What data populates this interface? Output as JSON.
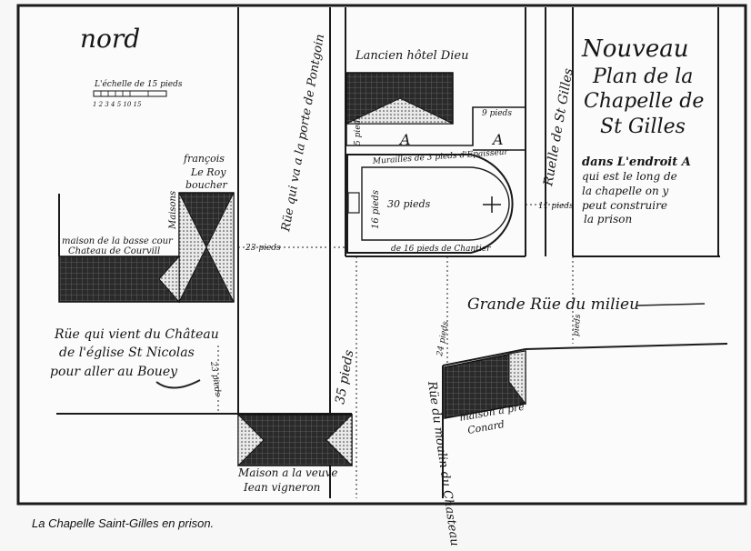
{
  "map": {
    "north_label": "nord",
    "scale": {
      "label": "L'échelle de 15 pieds",
      "ticks": "1 2 3 4 5   10   15"
    },
    "title_lines": [
      "Nouveau",
      "Plan de la",
      "Chapelle de",
      "St Gilles"
    ],
    "legend_lines": [
      "dans L'endroit A",
      "qui est le long de",
      "la chapelle on y",
      "peut construire",
      "la prison"
    ],
    "labels": {
      "ancien_hotel_dieu": "Lancien hôtel Dieu",
      "rue_porte": "Rüe qui va a la porte de Pontgoin",
      "ruelle": "Rüelle de St Gilles",
      "grande_rue": "Grande Rüe du milieu",
      "rue_chateau_1": "Rüe qui vient du Château",
      "rue_chateau_2": "de l'église St Nicolas",
      "rue_chateau_3": "pour aller au Bouey",
      "rue_moulin": "Rüe du moulin du Chasteau",
      "maison_bassecour_1": "maison de la basse cour",
      "maison_bassecour_2": "Chateau de Courvill",
      "francois_1": "françois",
      "francois_2": "Le Roy",
      "francois_3": "boucher",
      "maisons": "Maisons",
      "maison_veuve_1": "Maison a la veuve",
      "maison_veuve_2": "Iean vigneron",
      "maison_pre_1": "maison a prê",
      "maison_pre_2": "Conard",
      "murailles": "Murailles de 3 pieds d'Epaisseur",
      "dim_30": "30 pieds",
      "dim_16": "16 pieds",
      "dim_16_chantier": "de 16 pieds de Chantier",
      "dim_9": "9 pieds",
      "dim_11": "11 pieds",
      "dim_23": "23 pieds",
      "dim_35": "35 pieds",
      "dim_24": "24 pieds",
      "dim_23b": "23 pieds",
      "dim_5": "5 pieds",
      "letter_a": "A",
      "letter_b": "A",
      "dim_pieds_right": "pieds"
    },
    "caption": "La Chapelle Saint-Gilles en prison."
  }
}
